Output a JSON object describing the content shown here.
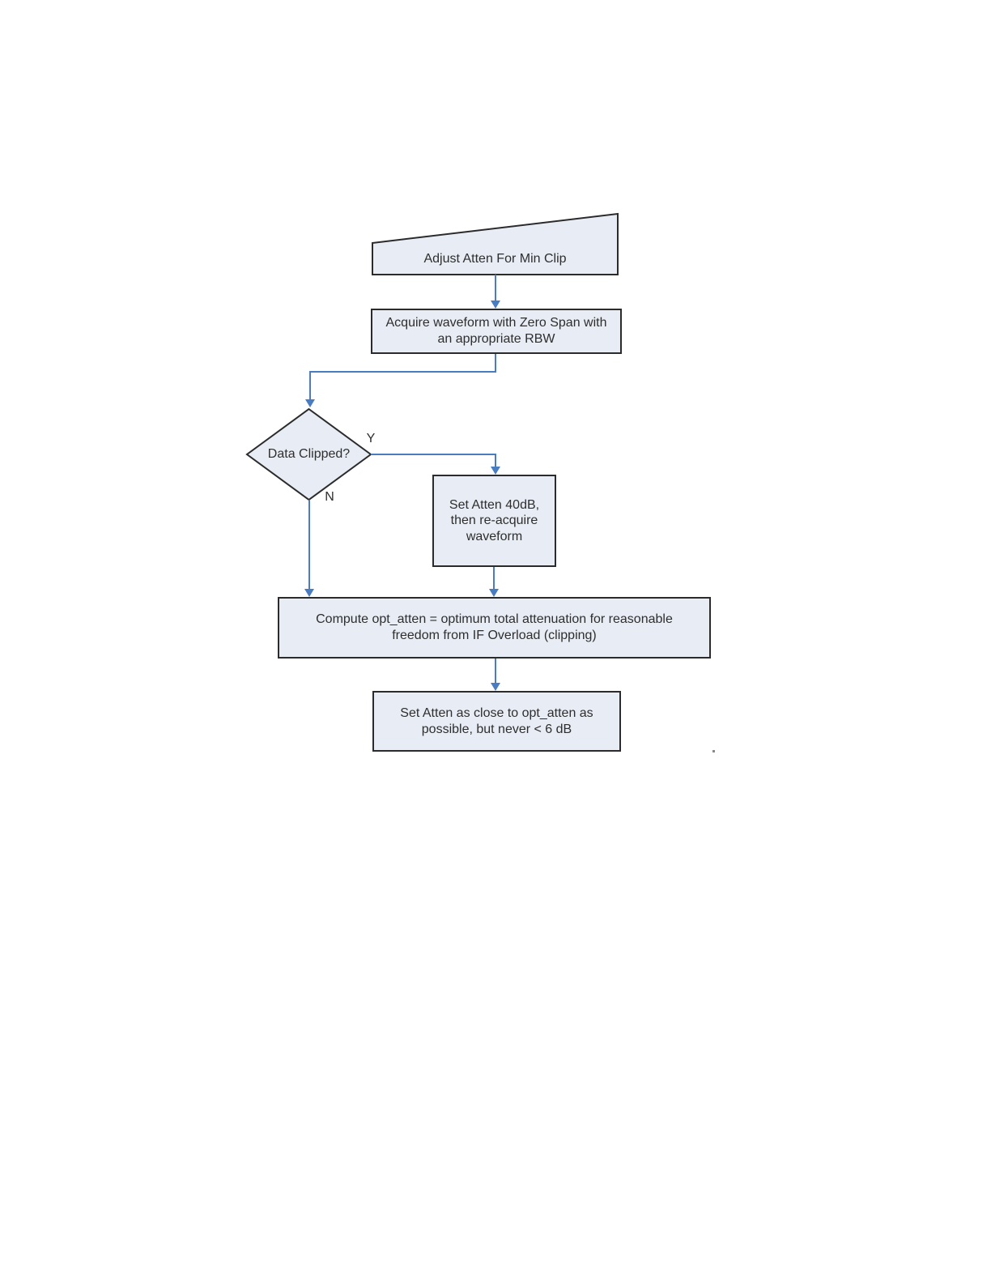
{
  "flowchart": {
    "nodes": [
      {
        "id": "start",
        "shape": "banner",
        "label": "Adjust Atten For Min Clip"
      },
      {
        "id": "acquire",
        "shape": "rect",
        "label": "Acquire waveform with Zero Span with\nan appropriate RBW"
      },
      {
        "id": "decision",
        "shape": "diamond",
        "label": "Data Clipped?"
      },
      {
        "id": "set-atten-40",
        "shape": "rect",
        "label": "Set Atten 40dB,\nthen re-acquire\nwaveform"
      },
      {
        "id": "compute",
        "shape": "rect",
        "label": "Compute opt_atten = optimum total attenuation for reasonable\nfreedom from IF Overload (clipping)"
      },
      {
        "id": "set-atten-close",
        "shape": "rect",
        "label": "Set Atten as close to opt_atten as\npossible, but never < 6 dB"
      }
    ],
    "edge_labels": {
      "yes": "Y",
      "no": "N"
    }
  },
  "colors": {
    "page_bg": "#ffffff",
    "node_fill": "#e8edf5",
    "node_border": "#2b2b2b",
    "connector": "#4a7cc2",
    "text": "#2e2e2e"
  }
}
